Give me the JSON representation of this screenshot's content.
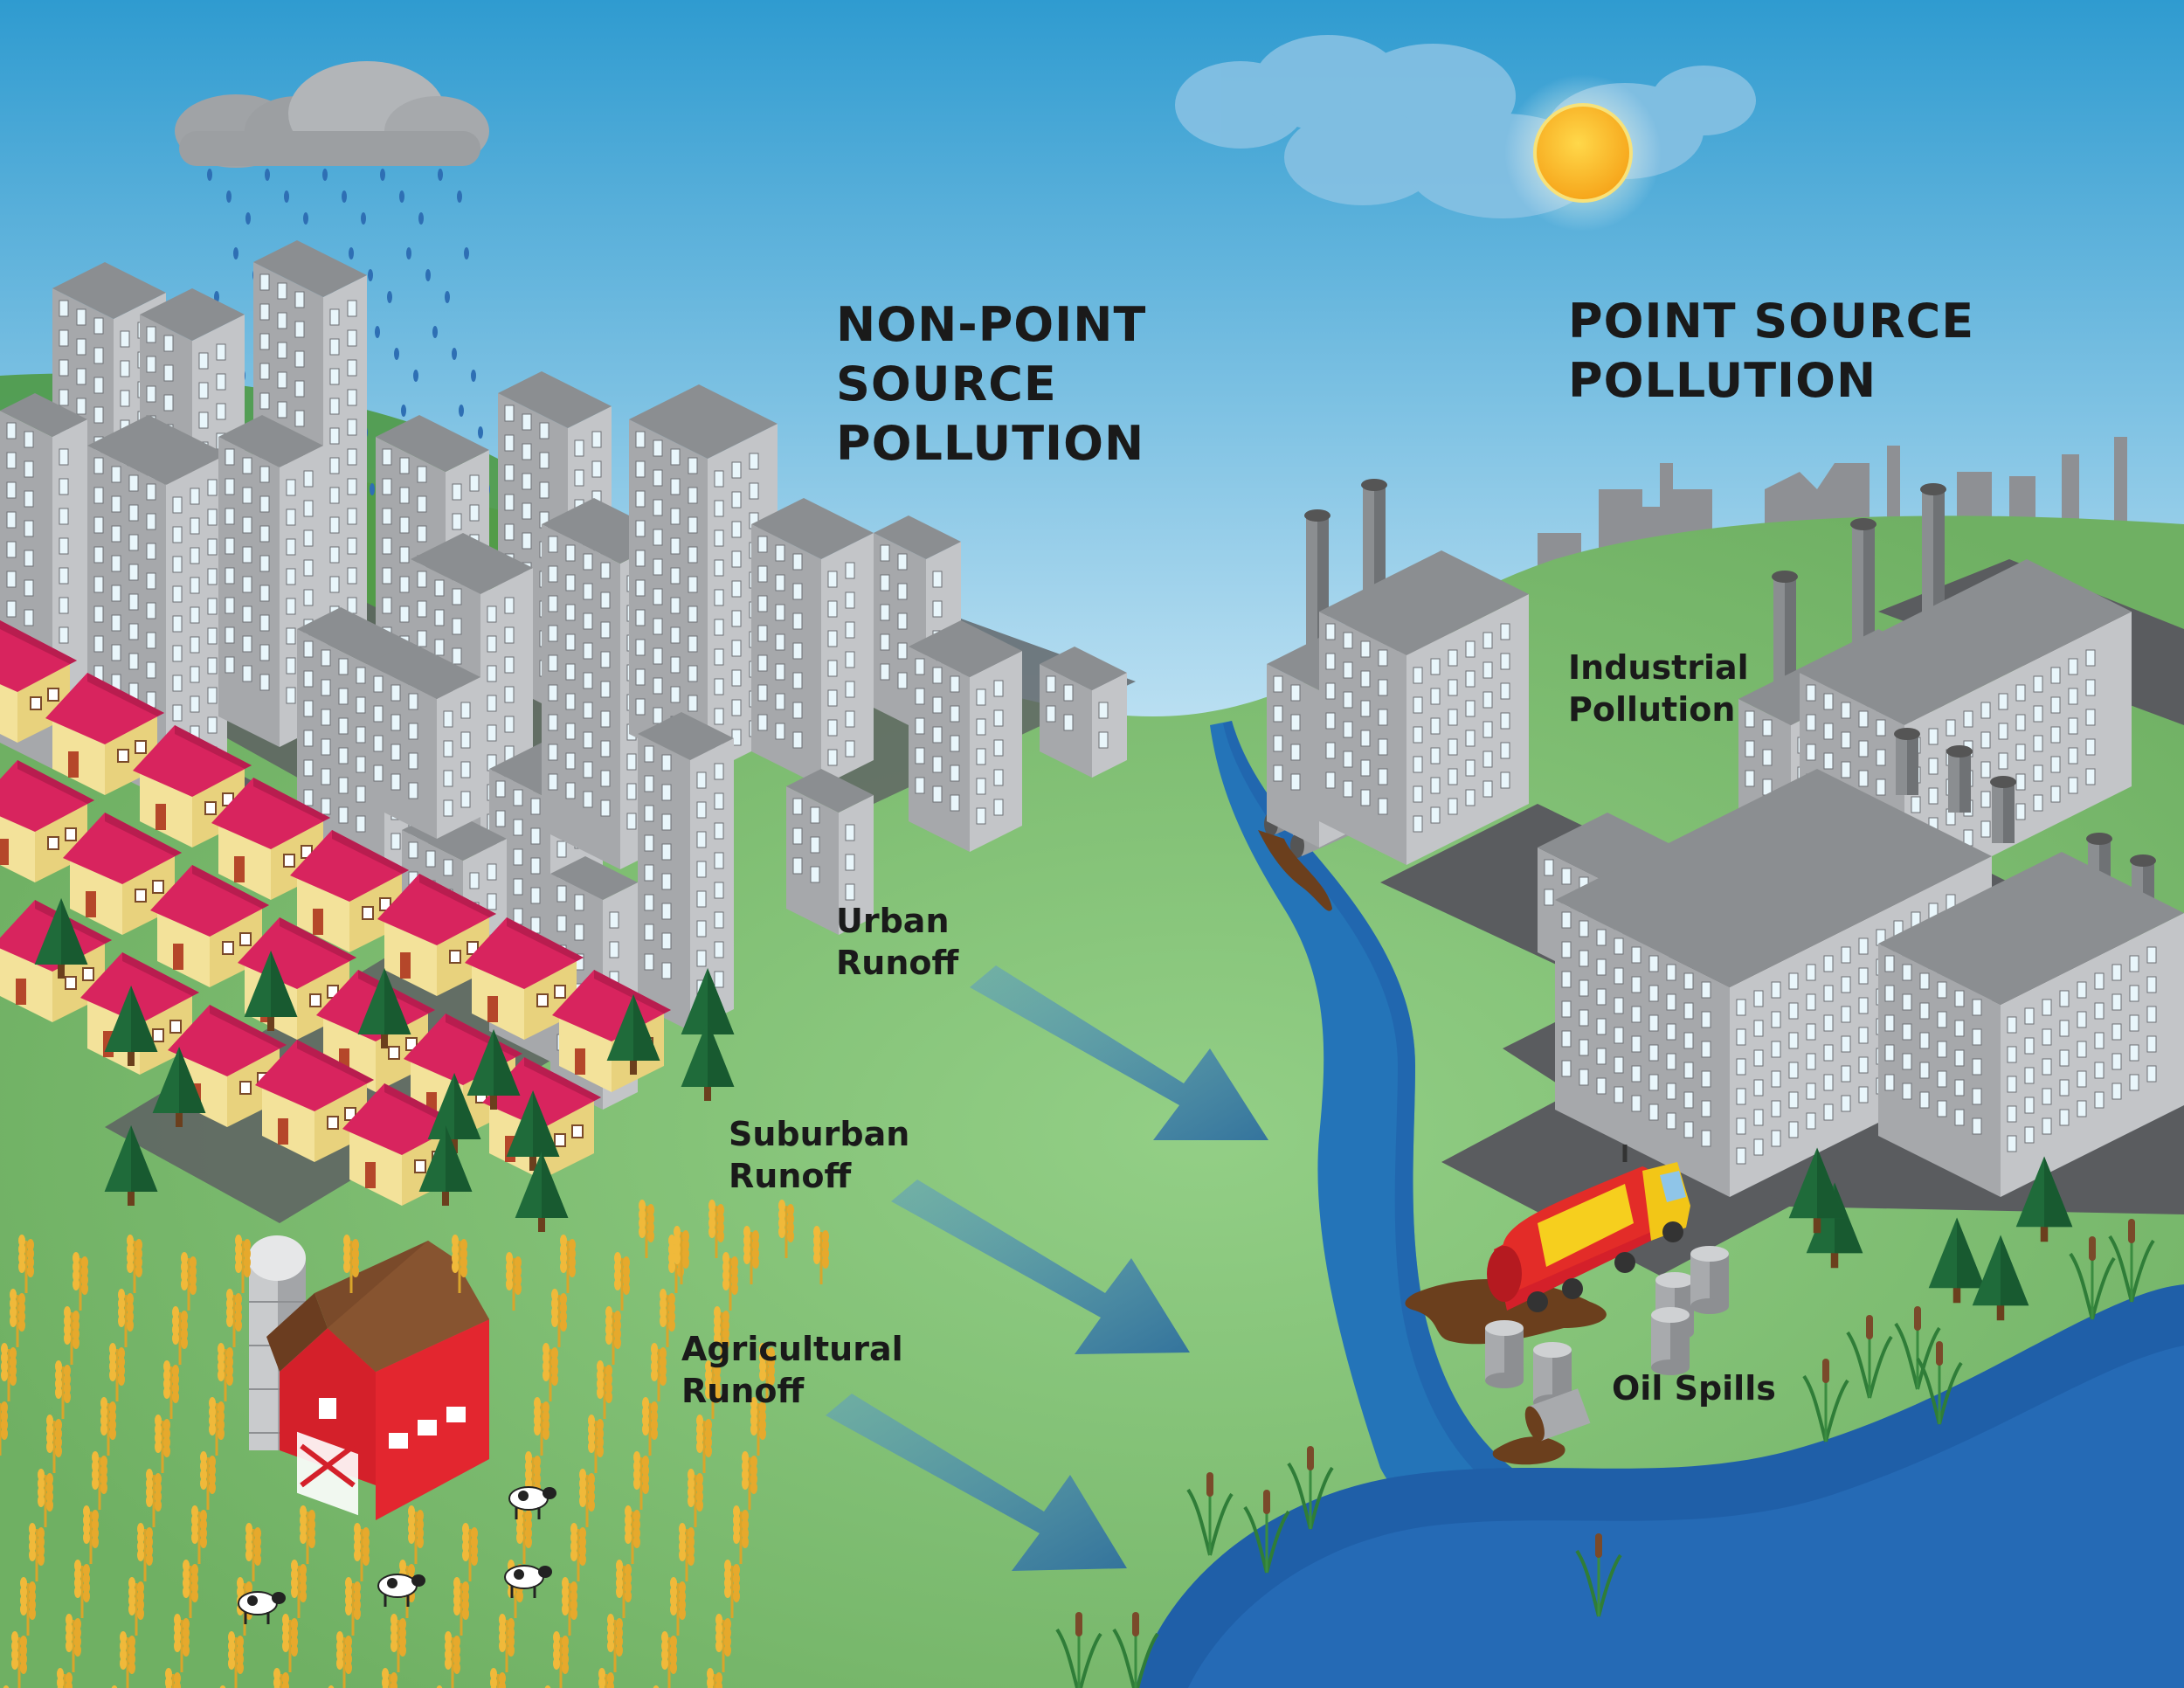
{
  "headings": {
    "non_point": [
      "NON-POINT",
      "SOURCE",
      "POLLUTION"
    ],
    "point": [
      "POINT SOURCE",
      "POLLUTION"
    ]
  },
  "labels": {
    "urban_runoff": [
      "Urban",
      "Runoff"
    ],
    "suburban_runoff": [
      "Suburban",
      "Runoff"
    ],
    "agricultural_runoff": [
      "Agricultural",
      "Runoff"
    ],
    "industrial_pollution": [
      "Industrial",
      "Pollution"
    ],
    "oil_spills": "Oil Spills"
  },
  "colors": {
    "sky_top": "#2f9bd0",
    "sky_bottom": "#d8eef9",
    "grass": "#7cbd6e",
    "grass_dark": "#4f9a45",
    "river": "#2474b8",
    "lake": "#1f5fa8",
    "building": "#a6a8ab",
    "building_dark": "#7d8084",
    "roof": "#d8245e",
    "house_wall": "#f3e29a",
    "barn": "#d4202a",
    "barn_roof": "#7a4a2a",
    "sun": "#ffc21a",
    "arrow": "#3e7fa9",
    "oil": "#6b3f1d",
    "tanker": "#e32c28",
    "tanker_stripe": "#f6cf1e"
  },
  "icons": [
    "rain-cloud-icon",
    "sun-icon",
    "cloud-icon",
    "tree-icon",
    "wheat-icon",
    "cow-icon",
    "barrel-icon",
    "cattail-icon",
    "smokestack-icon"
  ]
}
